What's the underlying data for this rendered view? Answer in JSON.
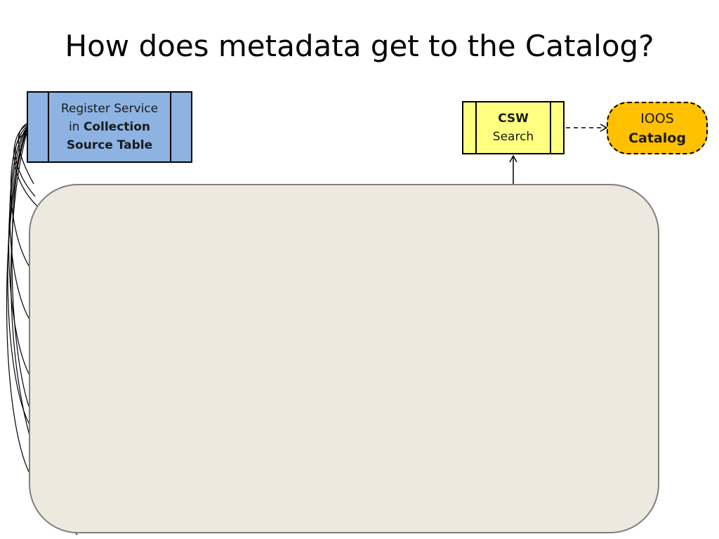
{
  "slide": {
    "title": "How does metadata get to the Catalog?"
  },
  "register_box": {
    "line1": "Register Service",
    "line2_prefix": "in ",
    "line2_bold": "Collection",
    "line3_bold": "Source Table",
    "fill": "#8db3e2"
  },
  "csw_box": {
    "line1_bold": "CSW",
    "line2": "Search",
    "fill": "#ffff80"
  },
  "ioos_box": {
    "line1": "IOOS",
    "line2_bold": "Catalog",
    "fill": "#ffc000"
  },
  "central_panel": {
    "fill": "#ede9de"
  }
}
